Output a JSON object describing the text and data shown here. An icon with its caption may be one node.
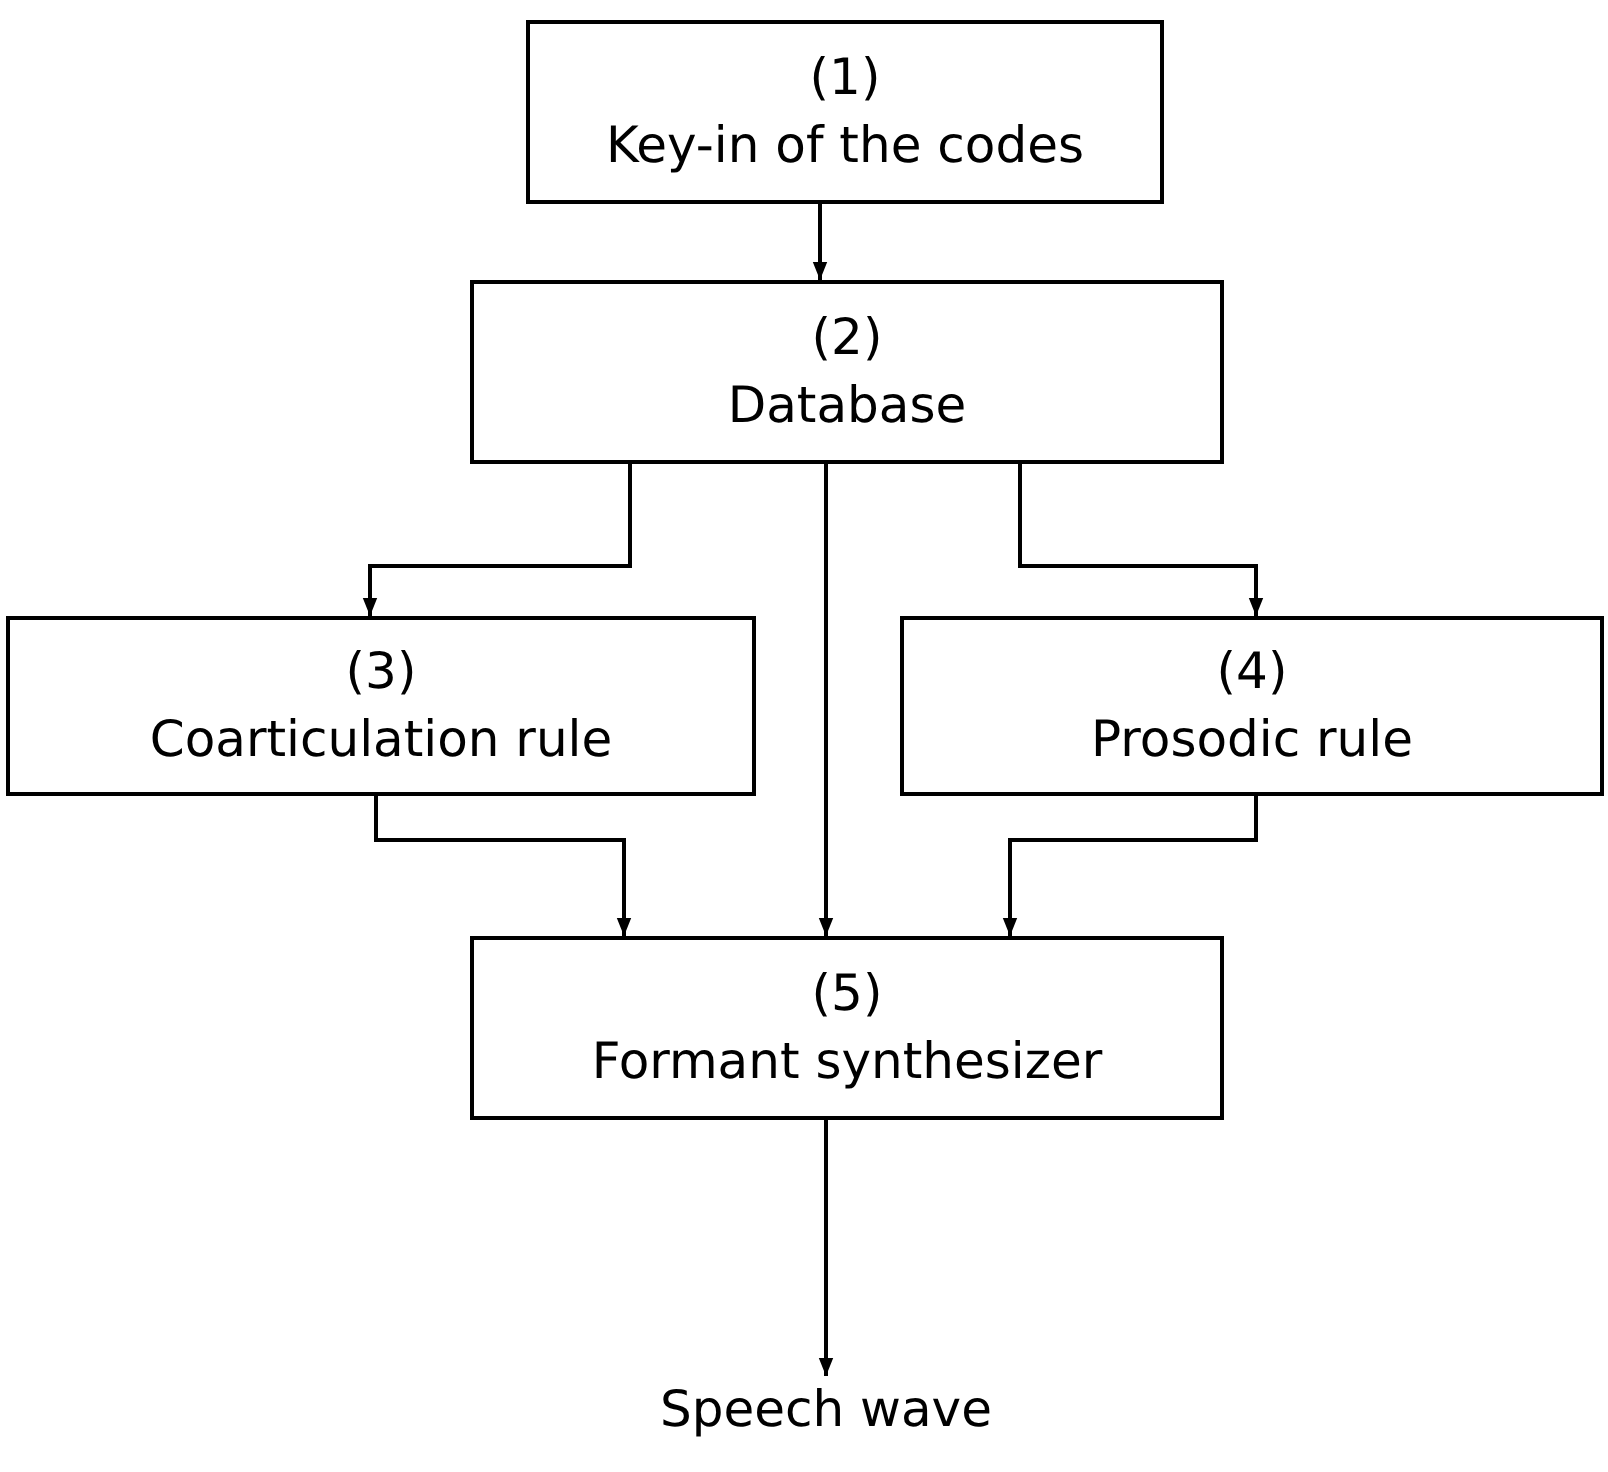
{
  "diagram": {
    "nodes": [
      {
        "text": [
          "(1)",
          "Key-in of the codes"
        ]
      },
      {
        "text": [
          "(2)",
          "Database"
        ]
      },
      {
        "text": [
          "(3)",
          "Coarticulation rule"
        ]
      },
      {
        "text": [
          "(4)",
          "Prosodic rule"
        ]
      },
      {
        "text": [
          "(5)",
          "Formant synthesizer"
        ]
      },
      {
        "text": [
          "Speech wave"
        ]
      }
    ],
    "edges": [
      {
        "from": 0,
        "to": 1,
        "arrow": "to"
      },
      {
        "from": 1,
        "to": 2,
        "arrow": "to"
      },
      {
        "from": 1,
        "to": 4,
        "arrow": "to"
      },
      {
        "from": 1,
        "to": 3,
        "arrow": "to"
      },
      {
        "from": 2,
        "to": 4,
        "arrow": "to"
      },
      {
        "from": 3,
        "to": 4,
        "arrow": "to"
      },
      {
        "from": 4,
        "to": 5,
        "arrow": "to"
      }
    ]
  }
}
